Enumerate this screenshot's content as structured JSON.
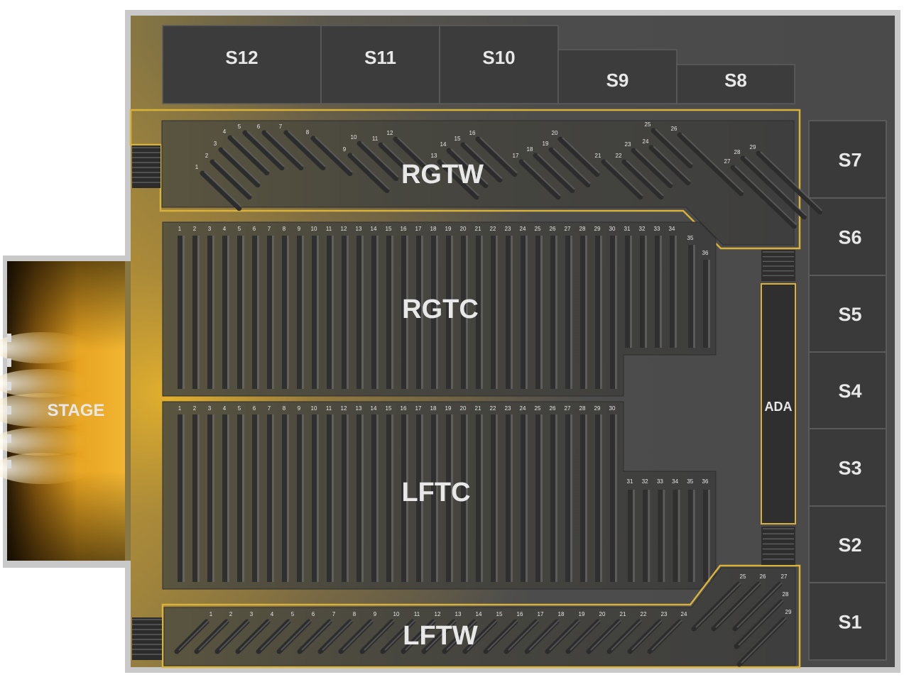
{
  "stage": {
    "label": "STAGE"
  },
  "ada": {
    "label": "ADA"
  },
  "top_boxes": [
    "S12",
    "S11",
    "S10",
    "S9",
    "S8"
  ],
  "side_boxes": [
    "S7",
    "S6",
    "S5",
    "S4",
    "S3",
    "S2",
    "S1"
  ],
  "sections": {
    "rgtw": {
      "label": "RGTW",
      "rows": [
        "1",
        "2",
        "3",
        "4",
        "5",
        "6",
        "7",
        "8",
        "9",
        "10",
        "11",
        "12",
        "13",
        "14",
        "15",
        "16",
        "17",
        "18",
        "19",
        "20",
        "21",
        "22",
        "23",
        "24",
        "25",
        "26",
        "27",
        "28",
        "29"
      ]
    },
    "rgtc": {
      "label": "RGTC",
      "rows": [
        "1",
        "2",
        "3",
        "4",
        "5",
        "6",
        "7",
        "8",
        "9",
        "10",
        "11",
        "12",
        "13",
        "14",
        "15",
        "16",
        "17",
        "18",
        "19",
        "20",
        "21",
        "22",
        "23",
        "24",
        "25",
        "26",
        "27",
        "28",
        "29",
        "30",
        "31",
        "32",
        "33",
        "34",
        "35",
        "36"
      ]
    },
    "lftc": {
      "label": "LFTC",
      "rows": [
        "1",
        "2",
        "3",
        "4",
        "5",
        "6",
        "7",
        "8",
        "9",
        "10",
        "11",
        "12",
        "13",
        "14",
        "15",
        "16",
        "17",
        "18",
        "19",
        "20",
        "21",
        "22",
        "23",
        "24",
        "25",
        "26",
        "27",
        "28",
        "29",
        "30",
        "31",
        "32",
        "33",
        "34",
        "35",
        "36"
      ]
    },
    "lftw": {
      "label": "LFTW",
      "rows": [
        "1",
        "2",
        "3",
        "4",
        "5",
        "6",
        "7",
        "8",
        "9",
        "10",
        "11",
        "12",
        "13",
        "14",
        "15",
        "16",
        "17",
        "18",
        "19",
        "20",
        "21",
        "22",
        "23",
        "24",
        "25",
        "26",
        "27",
        "28",
        "29"
      ]
    }
  },
  "colors": {
    "floor": "#4a4a4a",
    "accent": "#d8b23a",
    "stage_glow": "#f0b428",
    "box": "#3c3c3c",
    "label": "#e8e8e8"
  }
}
